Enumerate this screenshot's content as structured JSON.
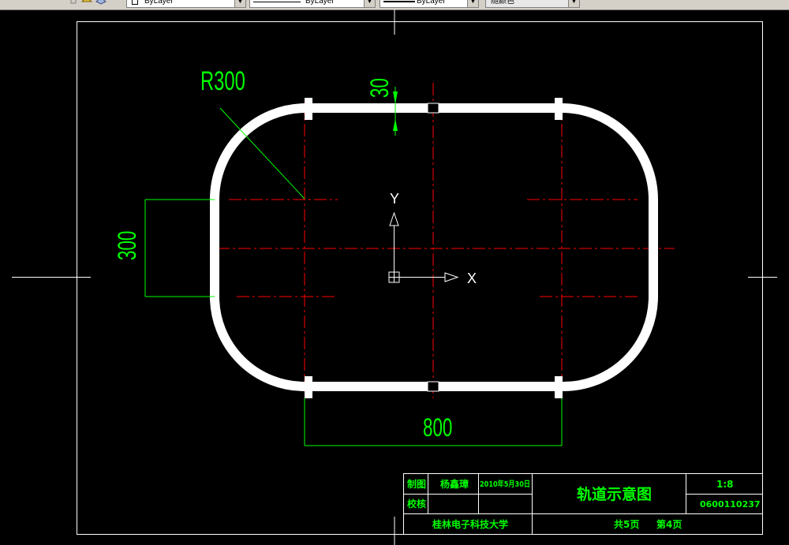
{
  "toolbar": {
    "color_combo": "ByLayer",
    "linetype_combo": "ByLayer",
    "lineweight_combo": "ByLayer",
    "plotstyle_combo": "随颜色"
  },
  "drawing": {
    "radius_label": "R300",
    "gap_label": "30",
    "height_label": "300",
    "width_label": "800",
    "ucs_y": "Y",
    "ucs_x": "X",
    "colors": {
      "track": "#ffffff",
      "centerline": "#ff0000",
      "dimension": "#00ff00",
      "title_text": "#00ff00",
      "frame": "#ffffff"
    }
  },
  "title_block": {
    "drawn_label": "制图",
    "drawn_by": "杨鑫璋",
    "date": "2010年5月30日",
    "check_label": "校核",
    "drawing_title": "轨道示意图",
    "scale": "1:8",
    "drawing_number": "0600110237",
    "school": "桂林电子科技大学",
    "total_pages": "共5页",
    "page_number": "第4页"
  }
}
